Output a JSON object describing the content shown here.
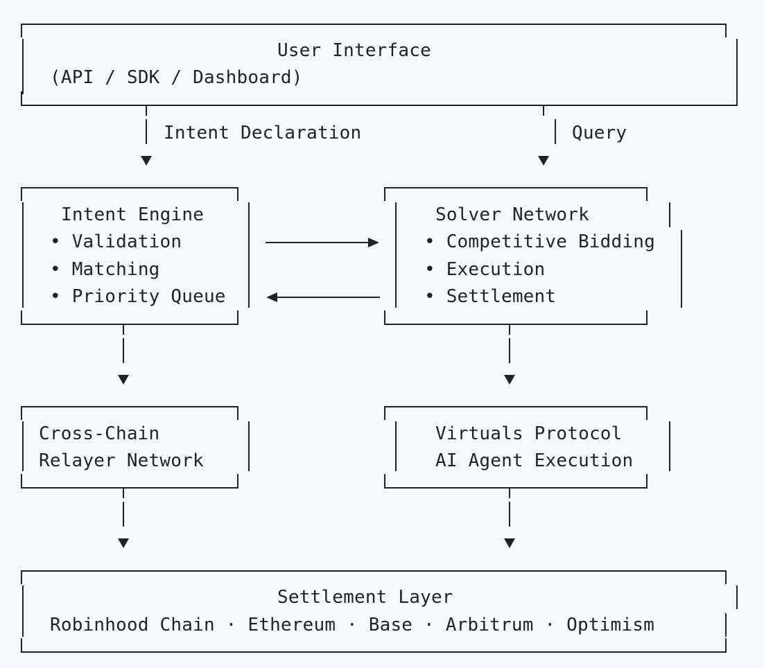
{
  "nodes": {
    "user_interface": {
      "title": "User Interface",
      "subtitle": "(API / SDK / Dashboard)"
    },
    "intent_engine": {
      "title": "Intent Engine",
      "items": [
        "• Validation",
        "• Matching",
        "• Priority Queue"
      ]
    },
    "solver_network": {
      "title": "Solver Network",
      "items": [
        "• Competitive Bidding",
        "• Execution",
        "• Settlement"
      ]
    },
    "relayer": {
      "line1": "Cross-Chain",
      "line2": "Relayer Network"
    },
    "virtuals": {
      "line1": "Virtuals Protocol",
      "line2": "AI Agent Execution"
    },
    "settlement": {
      "title": "Settlement Layer",
      "chains": "Robinhood Chain · Ethereum · Base · Arbitrum · Optimism"
    }
  },
  "edges": {
    "intent_declaration": "Intent Declaration",
    "query": "Query"
  },
  "colors": {
    "background": "#f6f8fa",
    "ink": "#1f2328"
  }
}
